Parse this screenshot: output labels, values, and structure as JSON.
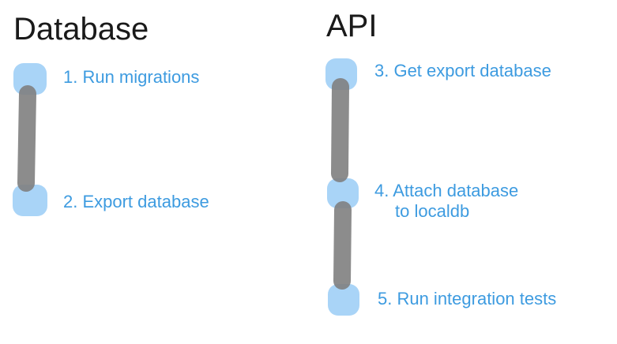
{
  "titles": {
    "database": "Database",
    "api": "API"
  },
  "steps": {
    "s1": "1. Run migrations",
    "s2": "2. Export database",
    "s3": "3. Get export database",
    "s4_line1": "4. Attach database",
    "s4_line2": "to localdb",
    "s5": "5. Run integration tests"
  },
  "colors": {
    "node": "#a9d4f7",
    "connector": "#808080",
    "label": "#3d9be0",
    "title": "#1a1a1a"
  }
}
